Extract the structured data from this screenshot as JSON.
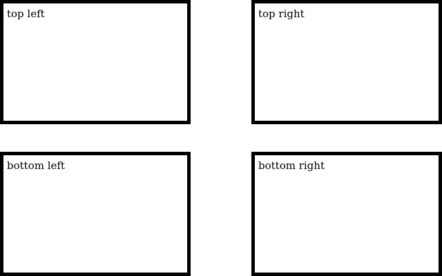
{
  "panels": {
    "top_left": {
      "label": "top left"
    },
    "top_right": {
      "label": "top right"
    },
    "bottom_left": {
      "label": "bottom left"
    },
    "bottom_right": {
      "label": "bottom right"
    }
  },
  "colors": {
    "border": "#000000",
    "background": "#ffffff",
    "text": "#000000"
  }
}
